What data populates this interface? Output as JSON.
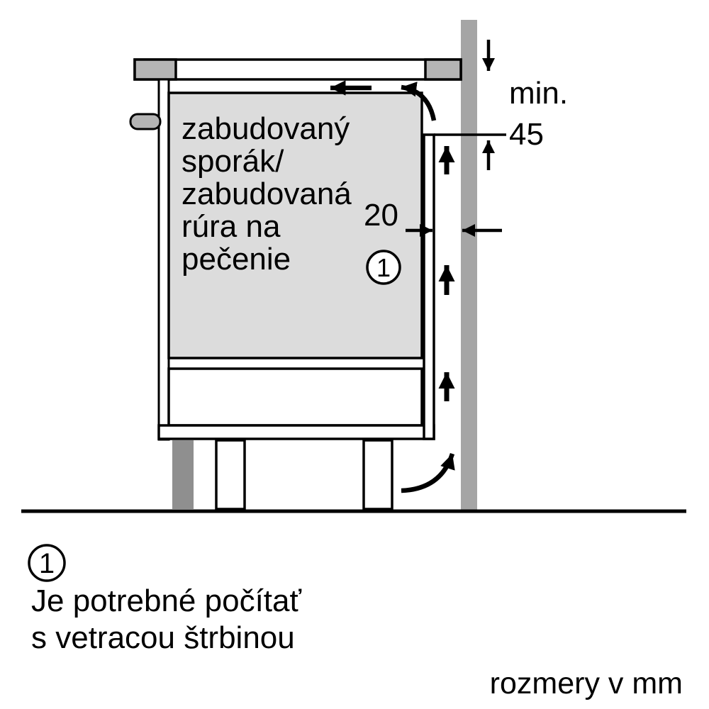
{
  "colors": {
    "line": "#000000",
    "oven_fill": "#dcdcdc",
    "wall_fill": "#a5a5a5",
    "hob_fill": "#b4b4b4",
    "plinth_fill": "#8f8f8f",
    "background": "#ffffff"
  },
  "diagram": {
    "oven_label": {
      "line1": "zabudovaný",
      "line2": "sporák/",
      "line3": "zabudovaná",
      "line4": "rúra na",
      "line5": "pečenie"
    },
    "dims": {
      "min_label": "min.",
      "min_value": "45",
      "gap_value": "20"
    },
    "callout": "1"
  },
  "legend": {
    "callout": "1",
    "note_line1": "Je potrebné počítať",
    "note_line2": "s vetracou štrbinou",
    "units": "rozmery v mm"
  }
}
